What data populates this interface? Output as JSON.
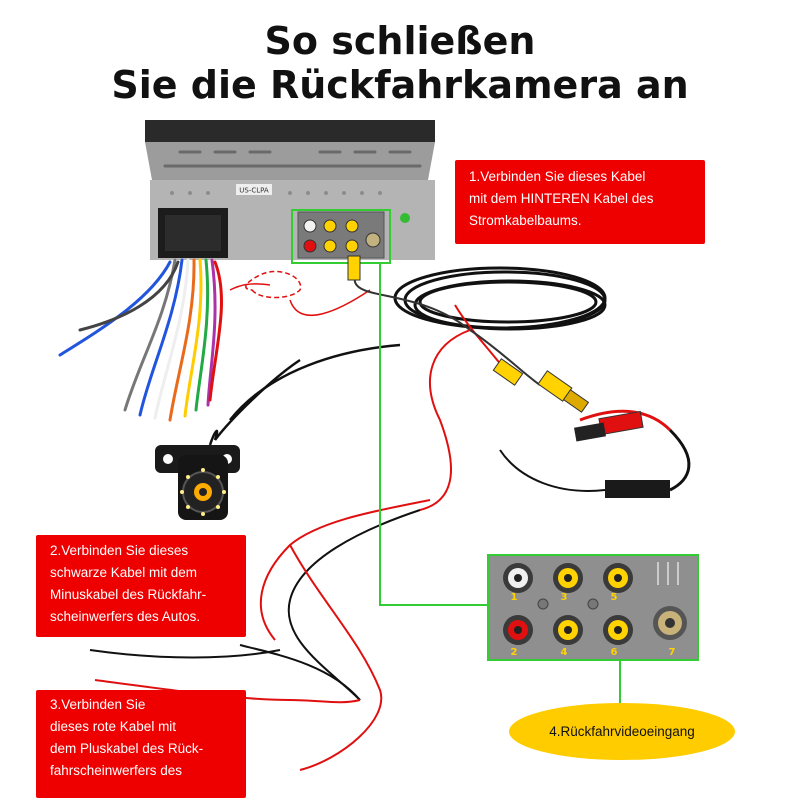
{
  "title": {
    "line1": "So schließen",
    "line2": "Sie die Rückfahrkamera an"
  },
  "callouts": {
    "c1": "1.Verbinden Sie dieses Kabel\nmit dem HINTEREN Kabel des\nStromkabelbaums.",
    "c2": "2.Verbinden Sie dieses\nschwarze Kabel mit dem\nMinuskabel des Rückfahr-\nscheinwerfers des Autos.",
    "c3": "3.Verbinden Sie\ndieses rote Kabel mit\ndem Pluskabel des Rück-\nfahrscheinwerfers des",
    "c4": "4.Rückfahrvideoeingang"
  },
  "device": {
    "sticker": "US-CLPA"
  },
  "ports": {
    "labels": [
      "1",
      "3",
      "5",
      "2",
      "4",
      "6",
      "7"
    ]
  },
  "colors": {
    "callout_red": "#ee0000",
    "highlight_green": "#33cc33",
    "oval_yellow": "#ffcc00",
    "rca_yellow": "#ffd200",
    "wire_red": "#e01010"
  }
}
